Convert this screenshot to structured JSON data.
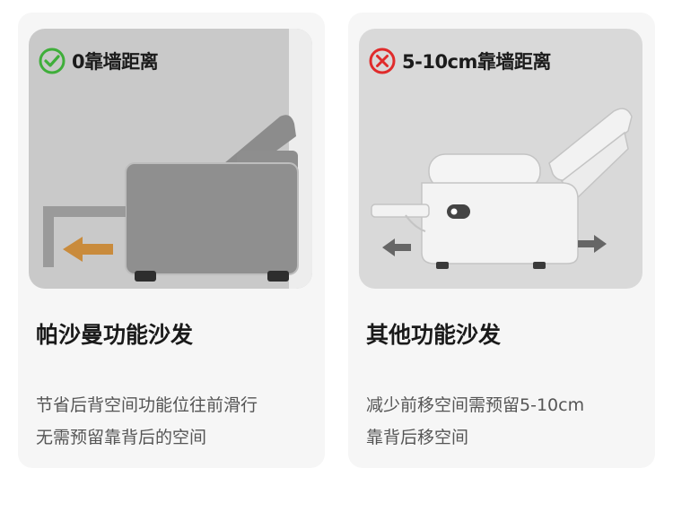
{
  "cards": [
    {
      "badge_text": "0靠墙距离",
      "badge_icon": "check-circle-icon",
      "badge_color": "#3fae3a",
      "title": "帕沙曼功能沙发",
      "desc_lines": [
        "节省后背空间功能位往前滑行",
        "无需预留靠背后的空间"
      ]
    },
    {
      "badge_text": "5-10cm靠墙距离",
      "badge_icon": "x-circle-icon",
      "badge_color": "#e02b2b",
      "title": "其他功能沙发",
      "desc_lines": [
        "减少前移空间需预留5-10cm",
        "靠背后移空间"
      ]
    }
  ],
  "colors": {
    "arrow_orange": "#c98b3c",
    "arrow_gray": "#666666"
  }
}
